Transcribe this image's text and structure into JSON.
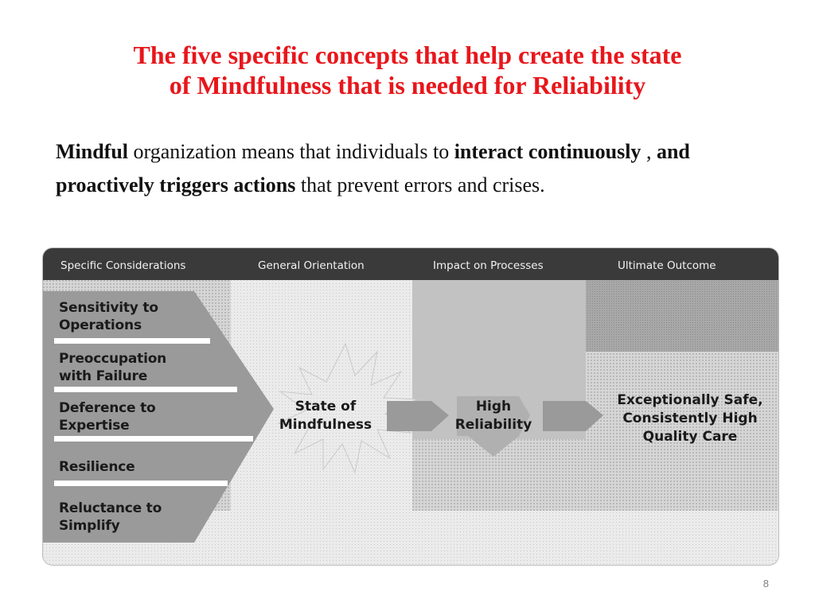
{
  "slide": {
    "title_line1": "The five specific concepts that help create the state",
    "title_line2": "of  Mindfulness that is needed for Reliability",
    "body": {
      "b1": "Mindful",
      "t1": " organization means that  individuals to ",
      "b2": "interact continuously",
      "t2": " , ",
      "b3": "and proactively triggers actions",
      "t3": " that prevent errors and crises."
    },
    "page_number": "8"
  },
  "diagram": {
    "headers": [
      "Specific Considerations",
      "General Orientation",
      "Impact on Processes",
      "Ultimate Outcome"
    ],
    "concepts": [
      {
        "line1": "Sensitivity to",
        "line2": "Operations"
      },
      {
        "line1": "Preoccupation",
        "line2": "with Failure"
      },
      {
        "line1": "Deference to",
        "line2": "Expertise"
      },
      {
        "line1": "Resilience",
        "line2": ""
      },
      {
        "line1": "Reluctance to",
        "line2": "Simplify"
      }
    ],
    "orientation": {
      "line1": "State of",
      "line2": "Mindfulness"
    },
    "process": {
      "line1": "High",
      "line2": "Reliability"
    },
    "outcome": {
      "line1": "Exceptionally Safe,",
      "line2": "Consistently High",
      "line3": "Quality Care"
    },
    "colors": {
      "header_bar": "#3a3a3a",
      "title_red": "#e8161b",
      "arrow_gray": "#9a9a9a"
    }
  }
}
